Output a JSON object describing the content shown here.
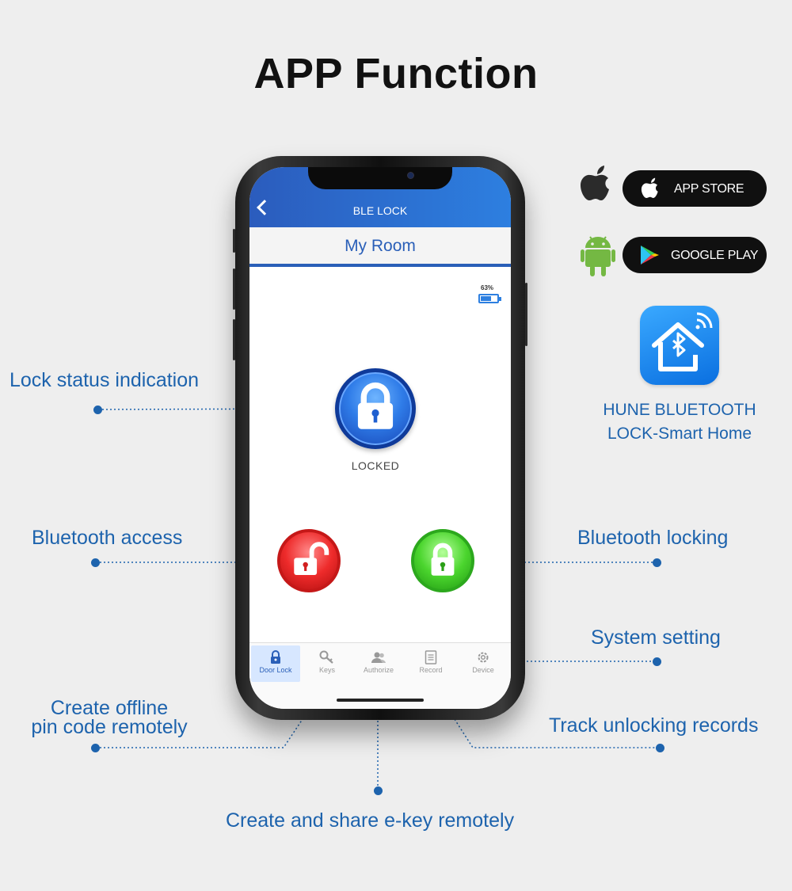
{
  "page": {
    "title": "APP Function",
    "accent_color": "#1d63ad"
  },
  "annotations": {
    "lock_status": "Lock status indication",
    "bt_access": "Bluetooth access",
    "bt_locking": "Bluetooth locking",
    "system_setting": "System setting",
    "offline_pin_line1": "Create offline",
    "offline_pin_line2": "pin code remotely",
    "track_records": "Track unlocking records",
    "share_ekey": "Create and share e-key remotely"
  },
  "stores": {
    "app_store": {
      "label": "APP STORE",
      "icon": "apple-icon"
    },
    "google_play": {
      "label": "GOOGLE PLAY",
      "icon": "google-play-icon"
    }
  },
  "app_info": {
    "name_line1": "HUNE BLUETOOTH",
    "name_line2": "LOCK-Smart Home",
    "icon": "bluetooth-home-icon"
  },
  "phone_app": {
    "header_title": "BLE LOCK",
    "room_title": "My Room",
    "battery_percent": "63%",
    "battery_level": 0.63,
    "lock_status": "LOCKED",
    "tabs": [
      {
        "label": "Door Lock",
        "icon": "lock-icon",
        "active": true
      },
      {
        "label": "Keys",
        "icon": "key-icon",
        "active": false
      },
      {
        "label": "Authorize",
        "icon": "users-icon",
        "active": false
      },
      {
        "label": "Record",
        "icon": "document-icon",
        "active": false
      },
      {
        "label": "Device",
        "icon": "gear-icon",
        "active": false
      }
    ]
  }
}
